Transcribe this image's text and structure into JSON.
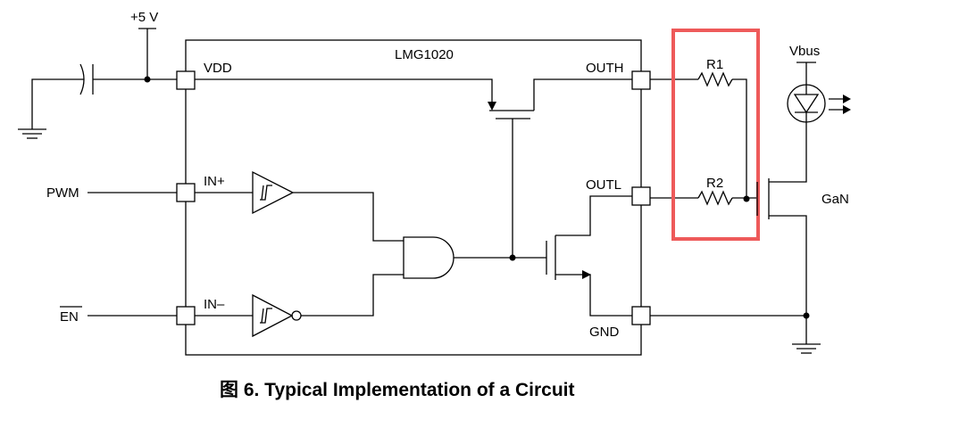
{
  "chip": {
    "name": "LMG1020"
  },
  "supply": {
    "label": "+5 V"
  },
  "pins": {
    "vdd": "VDD",
    "inp": "IN+",
    "inm": "IN–",
    "outh": "OUTH",
    "outl": "OUTL",
    "gnd": "GND"
  },
  "inputs": {
    "pwm": "PWM",
    "en": "EN"
  },
  "components": {
    "r1": "R1",
    "r2": "R2",
    "vbus": "Vbus",
    "gan": "GaN"
  },
  "caption": "图 6.  Typical Implementation of a Circuit",
  "colors": {
    "highlight": "#ee5a5a",
    "line": "#000000"
  }
}
